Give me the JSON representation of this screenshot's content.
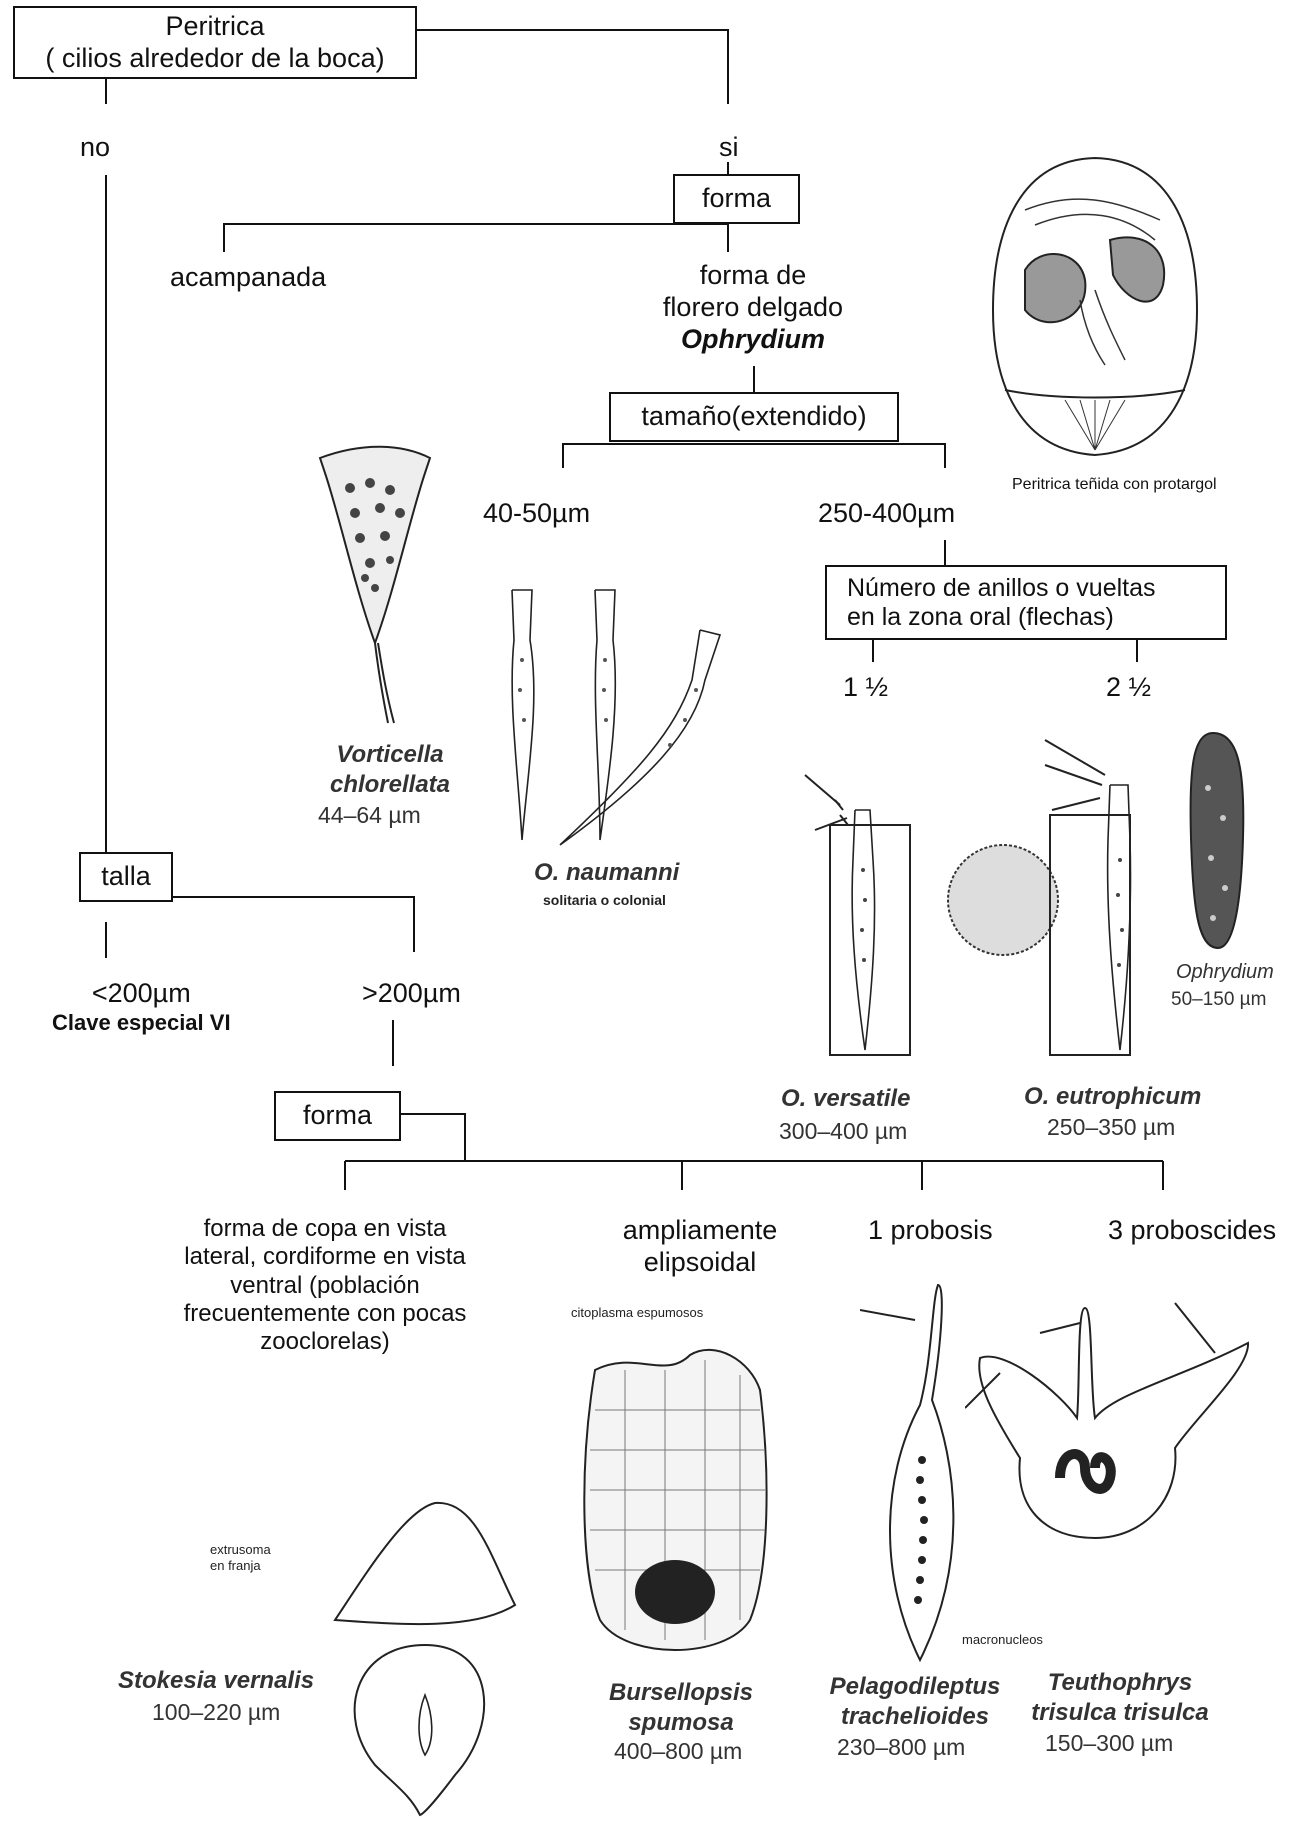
{
  "boxes": {
    "root": [
      "Peritrica",
      "( cilios alrededor de la boca)"
    ],
    "forma_1": "forma",
    "tamano": "tamaño(extendido)",
    "anillos": [
      "Número de anillos o vueltas",
      "en la zona oral (flechas)"
    ],
    "talla": "talla",
    "forma_2": "forma"
  },
  "branches": {
    "no": "no",
    "si": "si",
    "acampanada": "acampanada",
    "florero": [
      "forma de",
      "florero delgado"
    ],
    "florero_genus": "Ophrydium",
    "size_small": "40-50µm",
    "size_large": "250-400µm",
    "rings_1": "1 ½",
    "rings_2": "2 ½",
    "talla_small": "<200µm",
    "talla_small_key": "Clave especial VI",
    "talla_large": ">200µm",
    "copa": [
      "forma de copa en vista",
      "lateral, cordiforme en vista",
      "ventral (población",
      "frecuentemente con pocas",
      "zooclorelas)"
    ],
    "elipsoidal": [
      "ampliamente",
      "elipsoidal"
    ],
    "probosis_1": "1 probosis",
    "probosis_3": "3 proboscides"
  },
  "captions": {
    "protargol": "Peritrica teñida con protargol",
    "citoplasma": "citoplasma espumosos",
    "extrusoma": [
      "extrusoma",
      "en franja"
    ],
    "macronucleos": "macronucleos",
    "solitaria": "solitaria o colonial"
  },
  "species": {
    "vorticella": {
      "name": [
        "Vorticella",
        "chlorellata"
      ],
      "size": "44–64 µm"
    },
    "naumanni": {
      "name": "O. naumanni"
    },
    "versatile": {
      "name": "O. versatile",
      "size": "300–400 µm"
    },
    "eutrophicum": {
      "name": "O. eutrophicum",
      "size": "250–350 µm"
    },
    "ophrydium": {
      "name": "Ophrydium",
      "size": "50–150 µm"
    },
    "stokesia": {
      "name": "Stokesia vernalis",
      "size": "100–220 µm"
    },
    "bursellopsis": {
      "name": [
        "Bursellopsis",
        "spumosa"
      ],
      "size": "400–800 µm"
    },
    "pelagodileptus": {
      "name": [
        "Pelagodileptus",
        "trachelioides"
      ],
      "size": "230–800 µm"
    },
    "teuthophrys": {
      "name": [
        "Teuthophrys",
        "trisulca trisulca"
      ],
      "size": "150–300 µm"
    }
  }
}
